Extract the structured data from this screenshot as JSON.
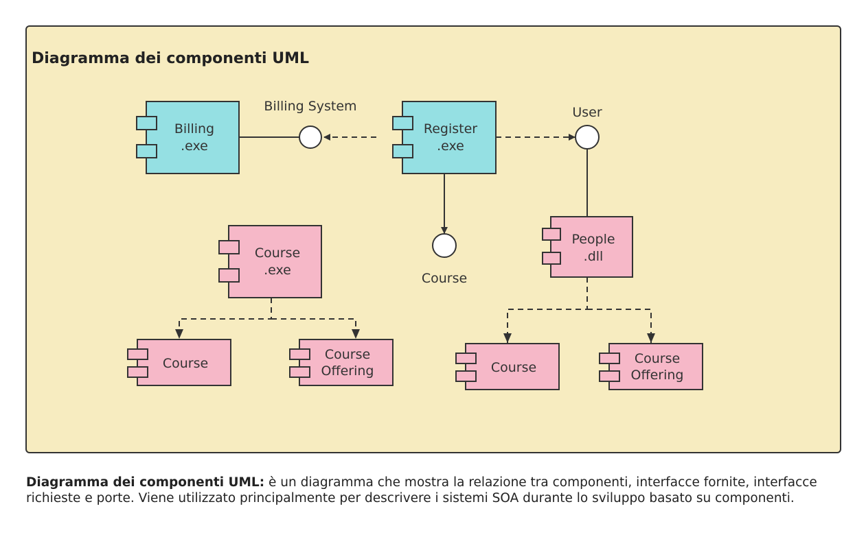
{
  "diagram": {
    "title": "Diagramma dei componenti UML",
    "components": {
      "billing": {
        "line1": "Billing",
        "line2": ".exe"
      },
      "register": {
        "line1": "Register",
        "line2": ".exe"
      },
      "course_exe": {
        "line1": "Course",
        "line2": ".exe"
      },
      "people_dll": {
        "line1": "People",
        "line2": ".dll"
      },
      "course_left": {
        "line1": "Course"
      },
      "course_offering_left": {
        "line1": "Course",
        "line2": "Offering"
      },
      "course_right": {
        "line1": "Course"
      },
      "course_offering_right": {
        "line1": "Course",
        "line2": "Offering"
      }
    },
    "interfaces": {
      "billing_system": "Billing System",
      "user": "User",
      "course": "Course"
    },
    "colors": {
      "background": "#f7ecc0",
      "cyan_component": "#95e0e3",
      "pink_component": "#f6b8c8",
      "stroke": "#333333"
    }
  },
  "caption": {
    "term": "Diagramma dei componenti UML:",
    "text": " è un diagramma che mostra la relazione tra componenti, interfacce fornite, interfacce richieste e porte. Viene utilizzato principalmente per descrivere i sistemi SOA durante lo sviluppo basato su componenti."
  }
}
